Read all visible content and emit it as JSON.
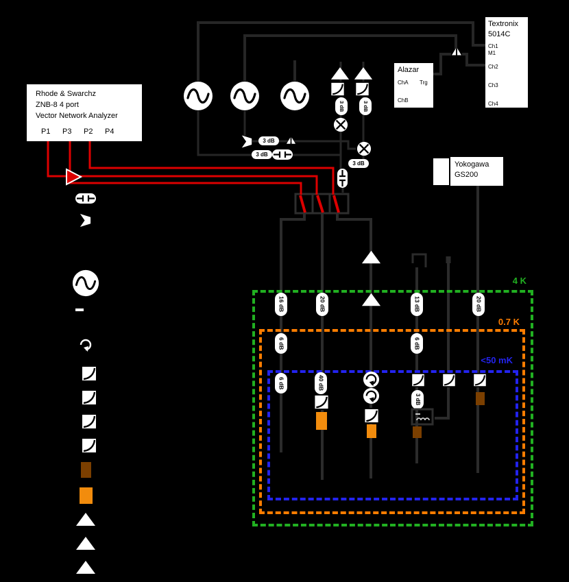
{
  "instruments": {
    "vna": {
      "line1": "Rhode & Swarchz",
      "line2": "ZNB-8 4 port",
      "line3": "Vector Network Analyzer",
      "ports": {
        "p1": "P1",
        "p3": "P3",
        "p2": "P2",
        "p4": "P4"
      }
    },
    "awg": {
      "line1": "Textronix",
      "line2": "5014C",
      "ch1": "Ch1",
      "m1": "M1",
      "ch2": "Ch2",
      "ch3": "Ch3",
      "ch4": "Ch4"
    },
    "digitizer": {
      "title": "Alazar",
      "cha": "ChA",
      "trg": "Trg",
      "chb": "ChB"
    },
    "dc_source": {
      "line1": "Yokogawa",
      "line2": "GS200"
    }
  },
  "stages": {
    "k4": {
      "label": "4 K",
      "color": "#21b021"
    },
    "k07": {
      "label": "0.7 K",
      "color": "#ff7d00"
    },
    "mk50": {
      "label": "<50 mK",
      "color": "#2323ee"
    }
  },
  "attenuators": {
    "a3": "3 dB",
    "a6": "6 dB",
    "a13": "13 dB",
    "a16": "16 dB",
    "a20": "20 dB",
    "a40": "40 dB"
  },
  "colors": {
    "coax_red": "#dd0000",
    "component_orange": "#f28c0d",
    "component_brown": "#7b3f00",
    "stage_4k": "#21b021",
    "stage_07k": "#ff7d00",
    "stage_50mk": "#2323ee"
  },
  "icons": {
    "sine_source": "circle-with-sine",
    "amplifier": "white-triangle-up",
    "mixer": "circle-with-x",
    "circulator": "circle-with-arrow",
    "filter": "square-with-curve",
    "dc_block": "stadium-capacitor",
    "splitter": "white-chevron-right",
    "attenuator": "white-pill"
  }
}
